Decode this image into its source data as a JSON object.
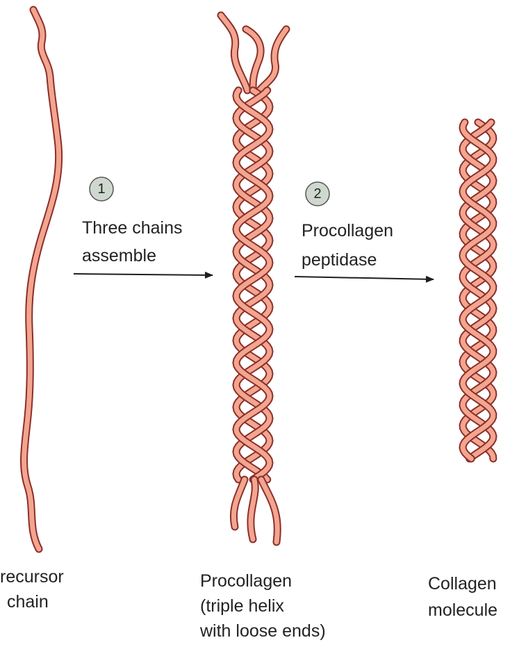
{
  "steps": [
    {
      "number": "1",
      "line1": "Three chains",
      "line2": "assemble"
    },
    {
      "number": "2",
      "line1": "Procollagen",
      "line2": "peptidase"
    }
  ],
  "labels": {
    "precursor": {
      "line1": "recursor",
      "line2": "chain"
    },
    "procollagen": {
      "line1": "Procollagen",
      "line2": "(triple helix",
      "line3": "with loose ends)"
    },
    "collagen": {
      "line1": "Collagen",
      "line2": "molecule"
    }
  },
  "colors": {
    "strand_fill": "#f3a58f",
    "strand_outline": "#8a2f2a",
    "arrow": "#1e1e1e",
    "badge_fill": "#cfd8cf",
    "text": "#222222"
  }
}
